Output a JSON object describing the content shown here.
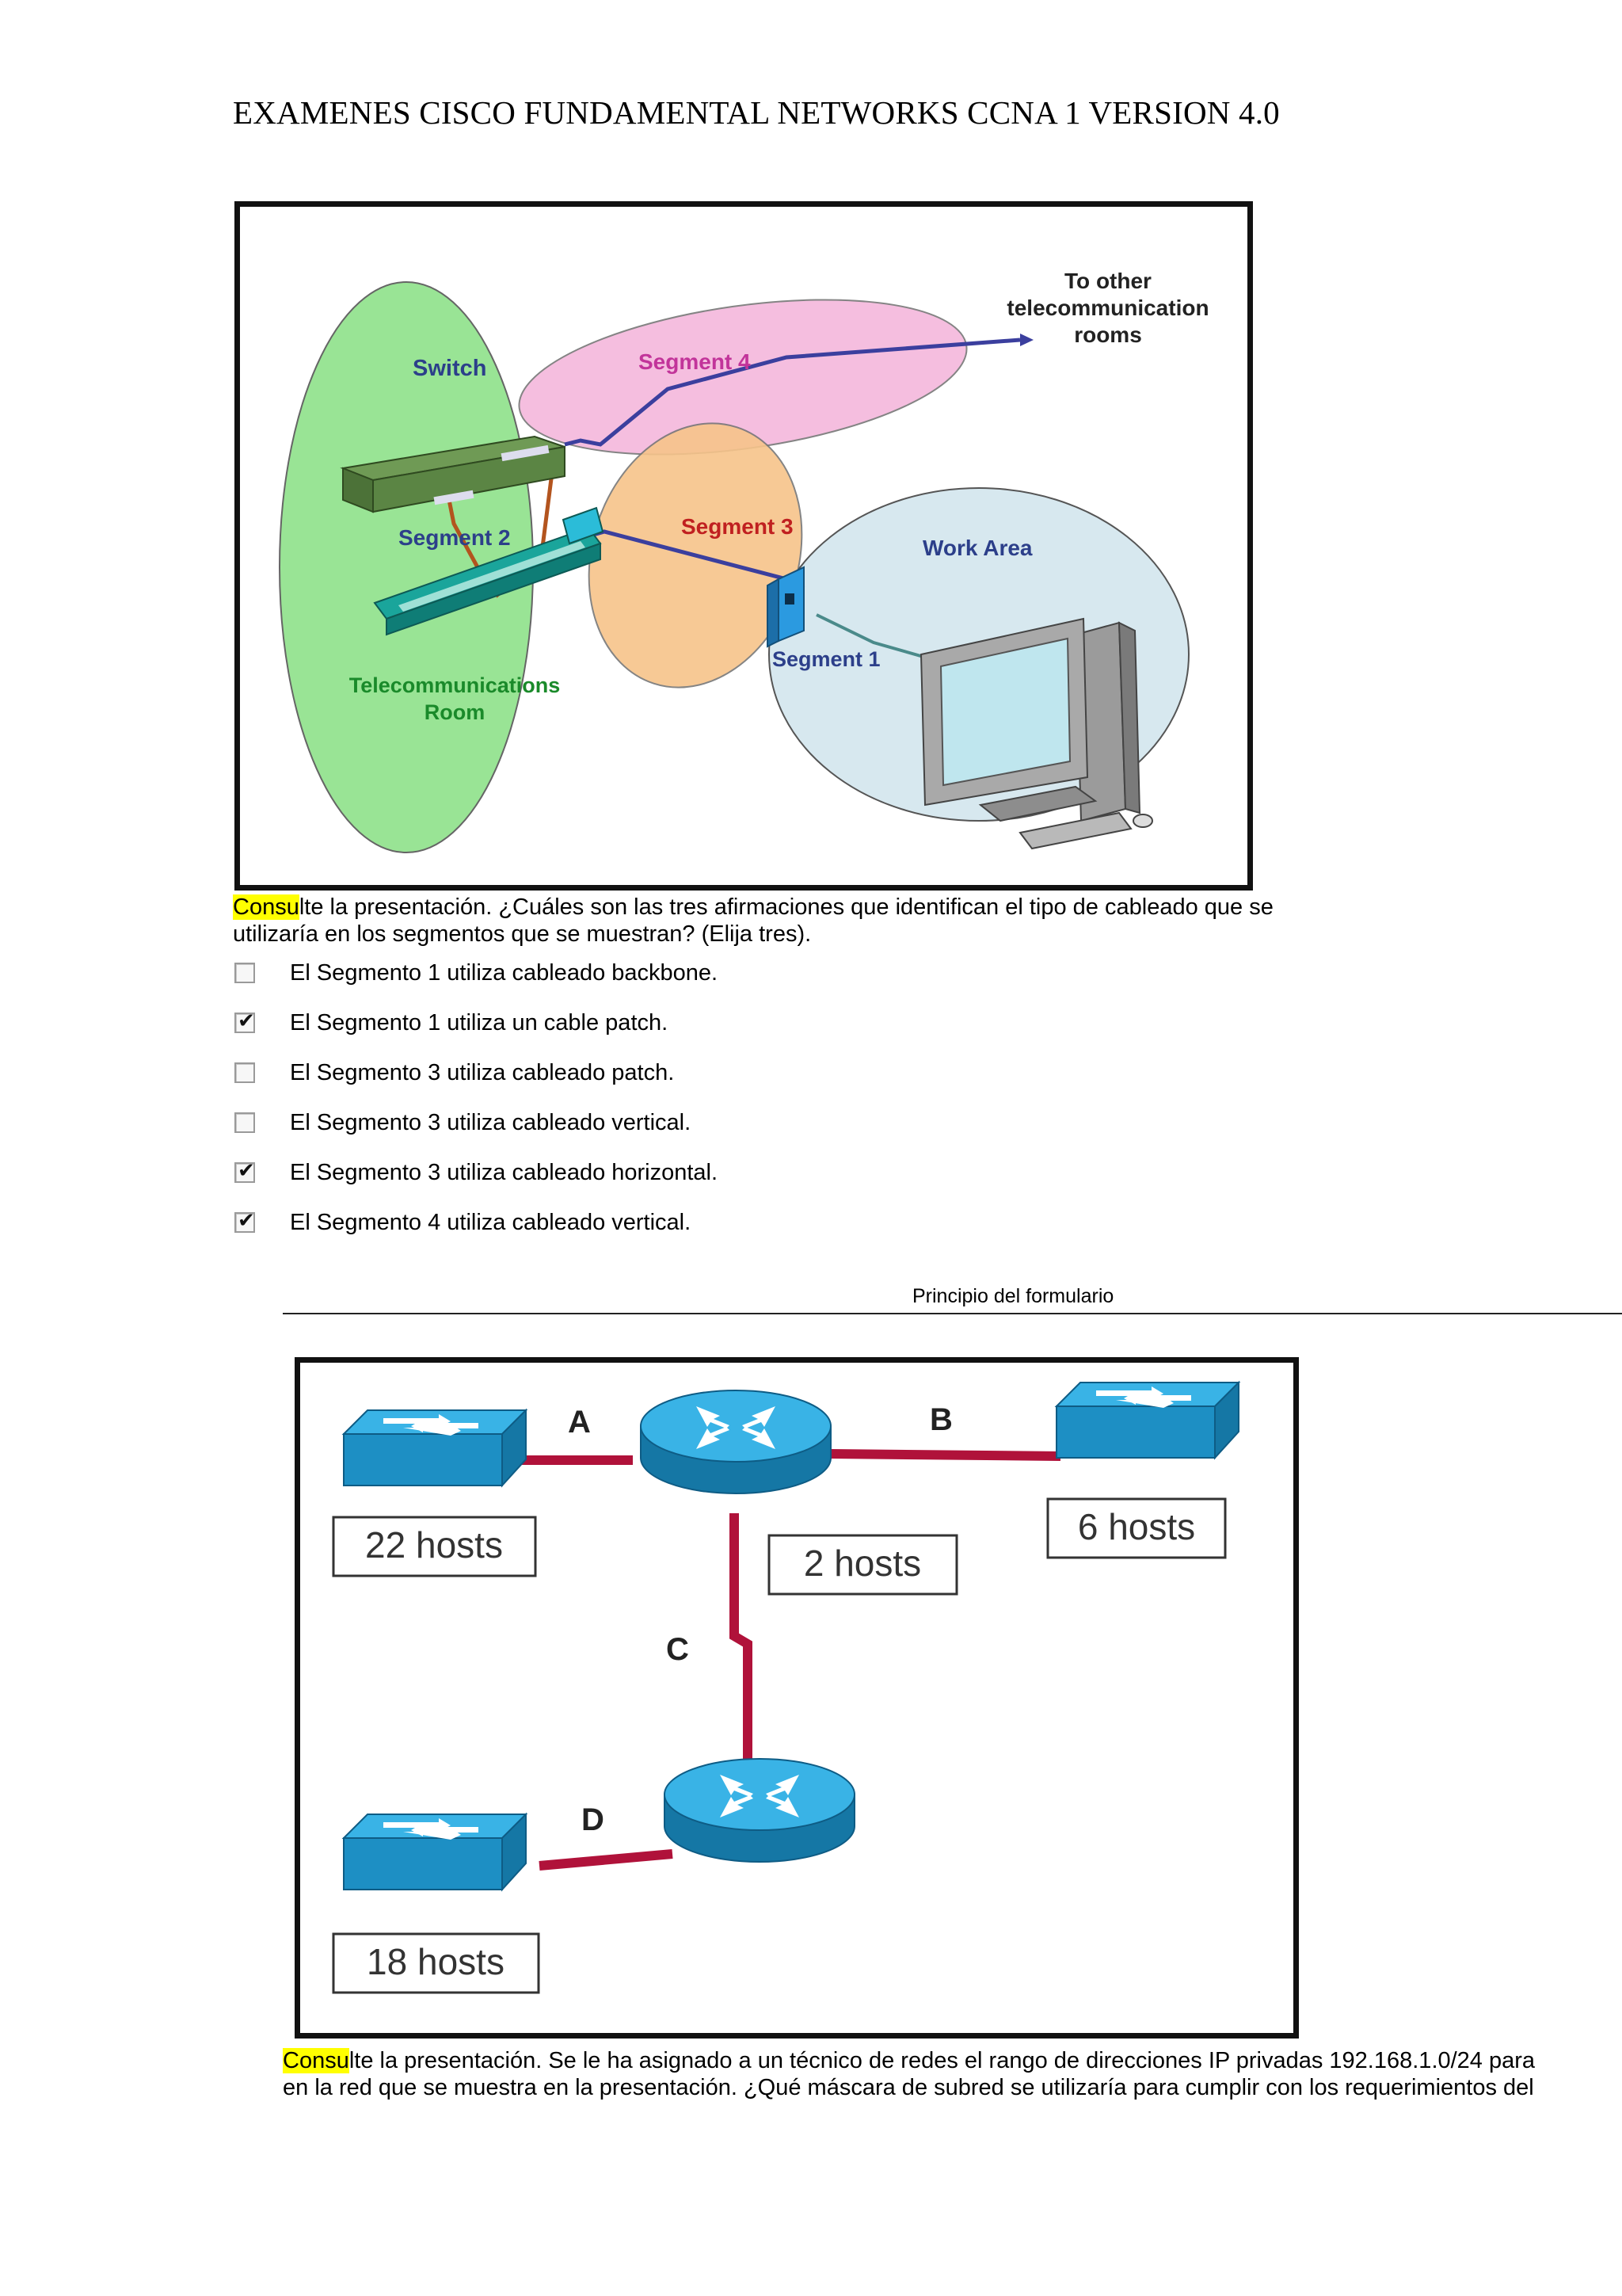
{
  "document": {
    "title": "EXAMENES CISCO FUNDAMENTAL NETWORKS CCNA 1 VERSION 4.0"
  },
  "figure1": {
    "labels": {
      "switch": "Switch",
      "segment4": "Segment 4",
      "to_other": [
        "To other",
        "telecommunication",
        "rooms"
      ],
      "segment2": "Segment 2",
      "segment3": "Segment 3",
      "work_area": "Work Area",
      "segment1": "Segment 1",
      "telecom_room": [
        "Telecommunications",
        "Room"
      ]
    },
    "colors": {
      "telecom_zone": "#8ee28a",
      "segment4_zone": "#f4b8dc",
      "segment3_zone": "#f7c48a",
      "work_area_zone": "#d7e8ef",
      "cable_blue": "#3b3f9e",
      "cable_brown": "#b3541e"
    }
  },
  "question1": {
    "highlight": "Consu",
    "line1_rest": "lte la presentación. ¿Cuáles son las tres afirmaciones que identifican el tipo de cableado que se",
    "line2": "utilizaría en los segmentos que se muestran? (Elija tres).",
    "options": [
      {
        "label": "El Segmento 1 utiliza cableado backbone.",
        "checked": false
      },
      {
        "label": "El Segmento 1 utiliza un cable patch.",
        "checked": true
      },
      {
        "label": "El Segmento 3 utiliza cableado patch.",
        "checked": false
      },
      {
        "label": "El Segmento 3 utiliza cableado vertical.",
        "checked": false
      },
      {
        "label": "El Segmento 3 utiliza cableado horizontal.",
        "checked": true
      },
      {
        "label": "El Segmento 4 utiliza cableado vertical.",
        "checked": true
      }
    ]
  },
  "form": {
    "start_label": "Principio del formulario"
  },
  "figure2": {
    "links": {
      "a": "A",
      "b": "B",
      "c": "C",
      "d": "D"
    },
    "hosts": {
      "h22": "22 hosts",
      "h2": "2 hosts",
      "h6": "6 hosts",
      "h18": "18 hosts"
    },
    "colors": {
      "device": "#1d8fc4",
      "device_top": "#39b3e6",
      "link": "#b0123a"
    }
  },
  "question2": {
    "highlight": "Consu",
    "line1_rest": "lte la presentación. Se le ha asignado a un técnico de redes el rango de direcciones IP privadas 192.168.1.0/24 para",
    "line2": "en la red que se muestra en la presentación. ¿Qué máscara de subred se utilizaría para cumplir con los requerimientos del"
  }
}
